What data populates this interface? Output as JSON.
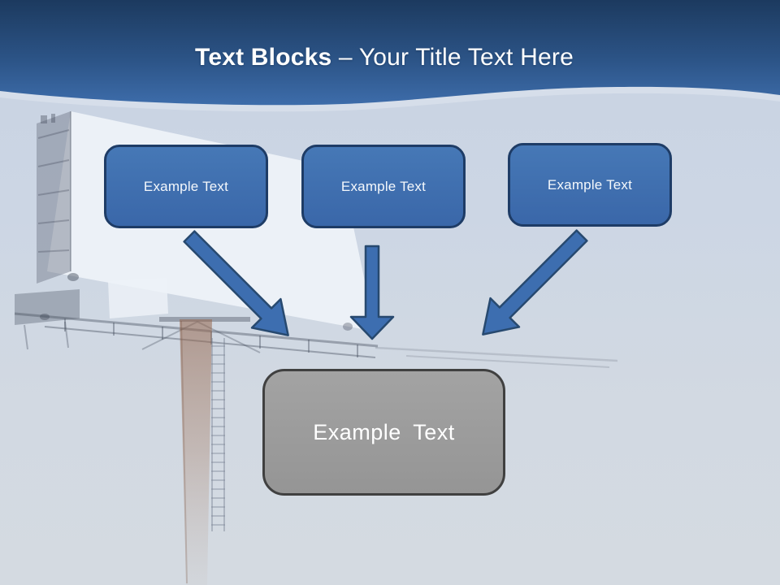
{
  "slide": {
    "title": {
      "emphasis": "Text Blocks",
      "separator": " – ",
      "subtitle": "Your Title Text Here"
    },
    "text_blocks": [
      {
        "label": "Example Text"
      },
      {
        "label": "Example Text"
      },
      {
        "label": "Example Text"
      }
    ],
    "result_block": {
      "label": "Example Text"
    },
    "colors": {
      "header_top": "#1c3a60",
      "header_bottom": "#3f6fae",
      "block_fill": "#3d6eb0",
      "block_border": "#1e3c66",
      "arrow_fill": "#3d6eb0",
      "arrow_stroke": "#27496f",
      "result_fill": "#9b9b9b",
      "result_border": "#404040",
      "text": "#ffffff",
      "sky": "#ccd6e4"
    }
  }
}
